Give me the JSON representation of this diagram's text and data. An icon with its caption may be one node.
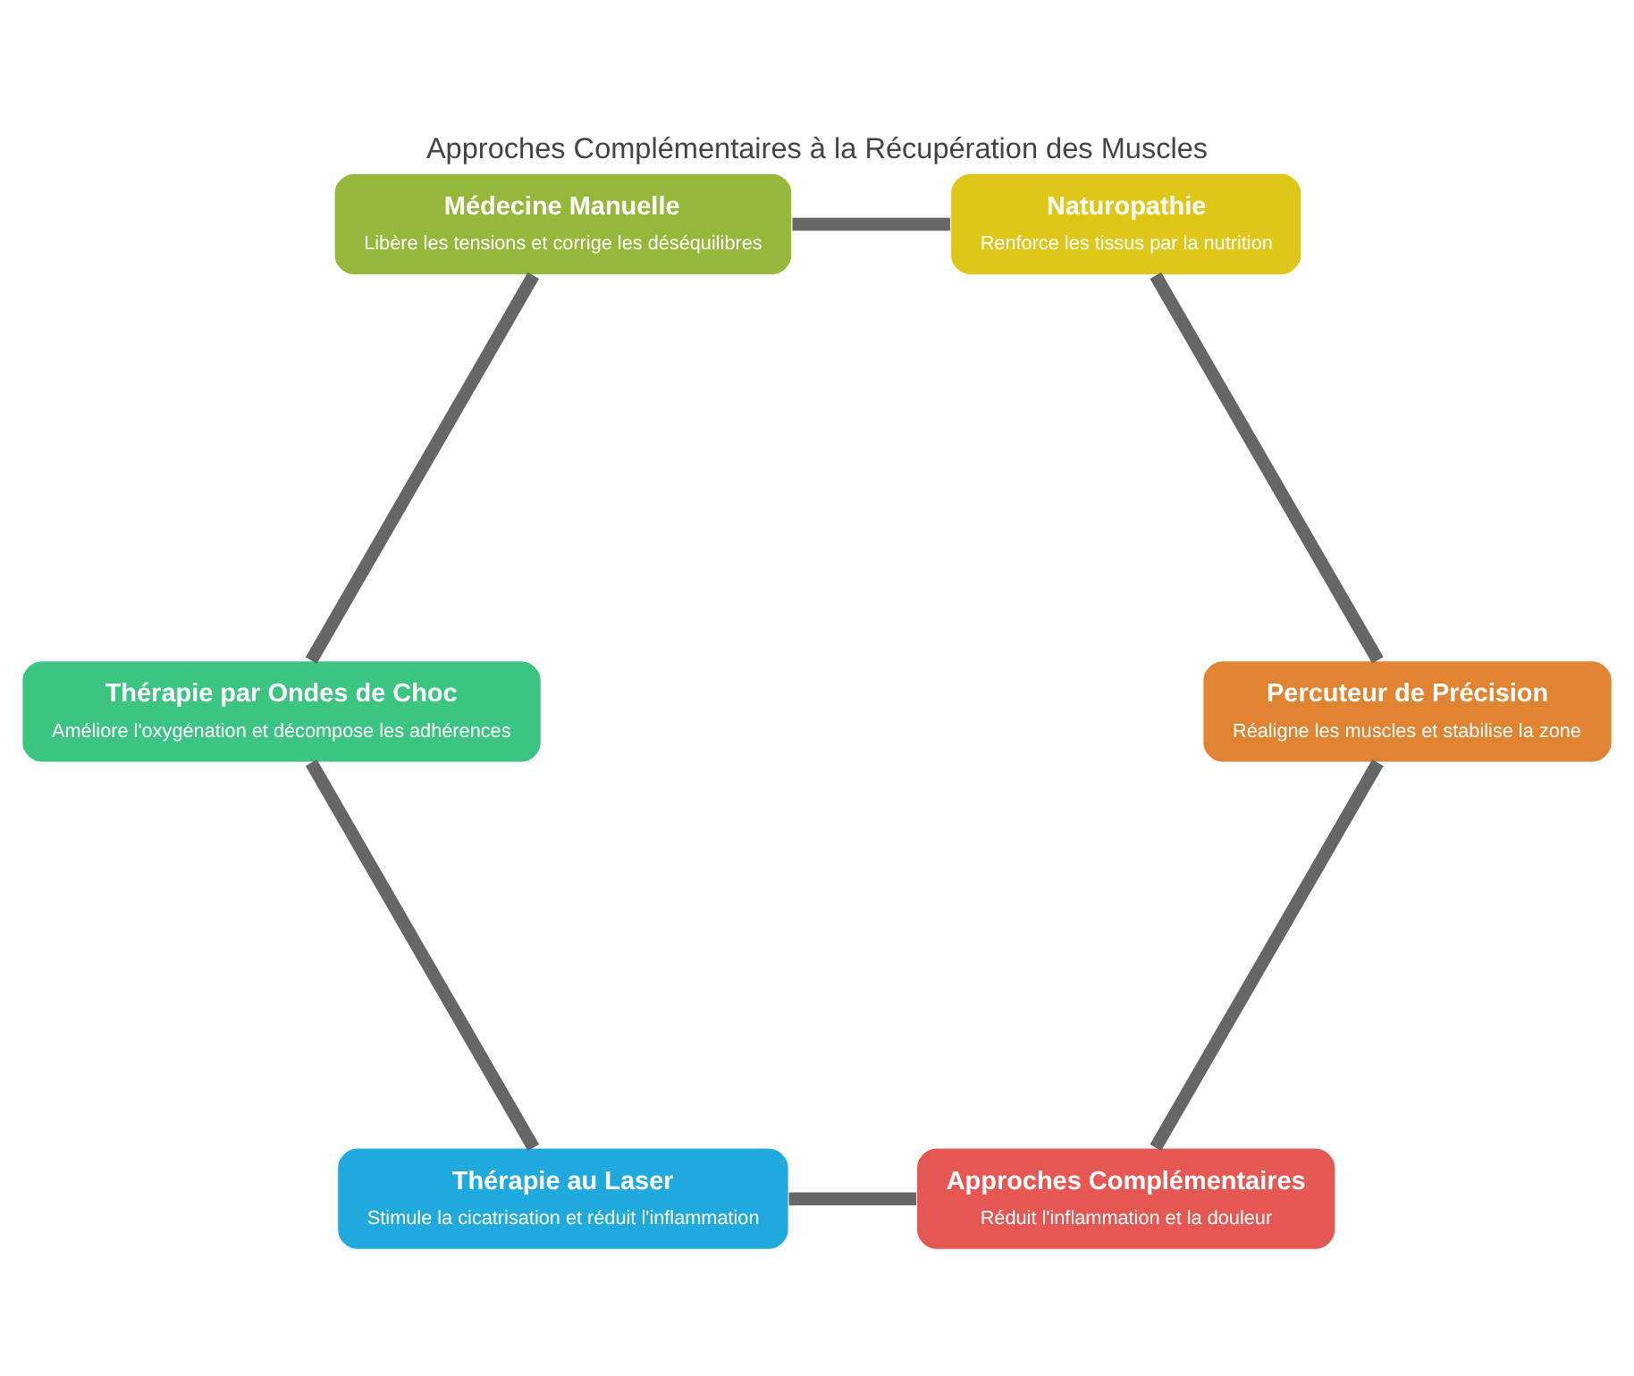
{
  "diagram": {
    "title": "Approches Complémentaires à la Récupération des Muscles",
    "nodes": [
      {
        "text": [
          "Approches Complémentaires",
          "Réduit l'inflammation et la douleur"
        ]
      },
      {
        "text": [
          "Thérapie au Laser",
          "Stimule la cicatrisation et réduit l'inflammation"
        ]
      },
      {
        "text": [
          "Thérapie par Ondes de Choc",
          "Améliore l'oxygénation et décompose les adhérences"
        ]
      },
      {
        "text": [
          "Médecine Manuelle",
          "Libère les tensions et corrige les déséquilibres"
        ]
      },
      {
        "text": [
          "Naturopathie",
          "Renforce les tissus par la nutrition"
        ]
      },
      {
        "text": [
          "Percuteur de Précision",
          "Réaligne les muscles et stabilise la zone"
        ]
      }
    ],
    "edges": [
      {
        "from": 0,
        "to": 1,
        "arrow": "none"
      },
      {
        "from": 1,
        "to": 2,
        "arrow": "none"
      },
      {
        "from": 2,
        "to": 3,
        "arrow": "none"
      },
      {
        "from": 3,
        "to": 4,
        "arrow": "none"
      },
      {
        "from": 4,
        "to": 5,
        "arrow": "none"
      },
      {
        "from": 5,
        "to": 0,
        "arrow": "none"
      }
    ]
  }
}
